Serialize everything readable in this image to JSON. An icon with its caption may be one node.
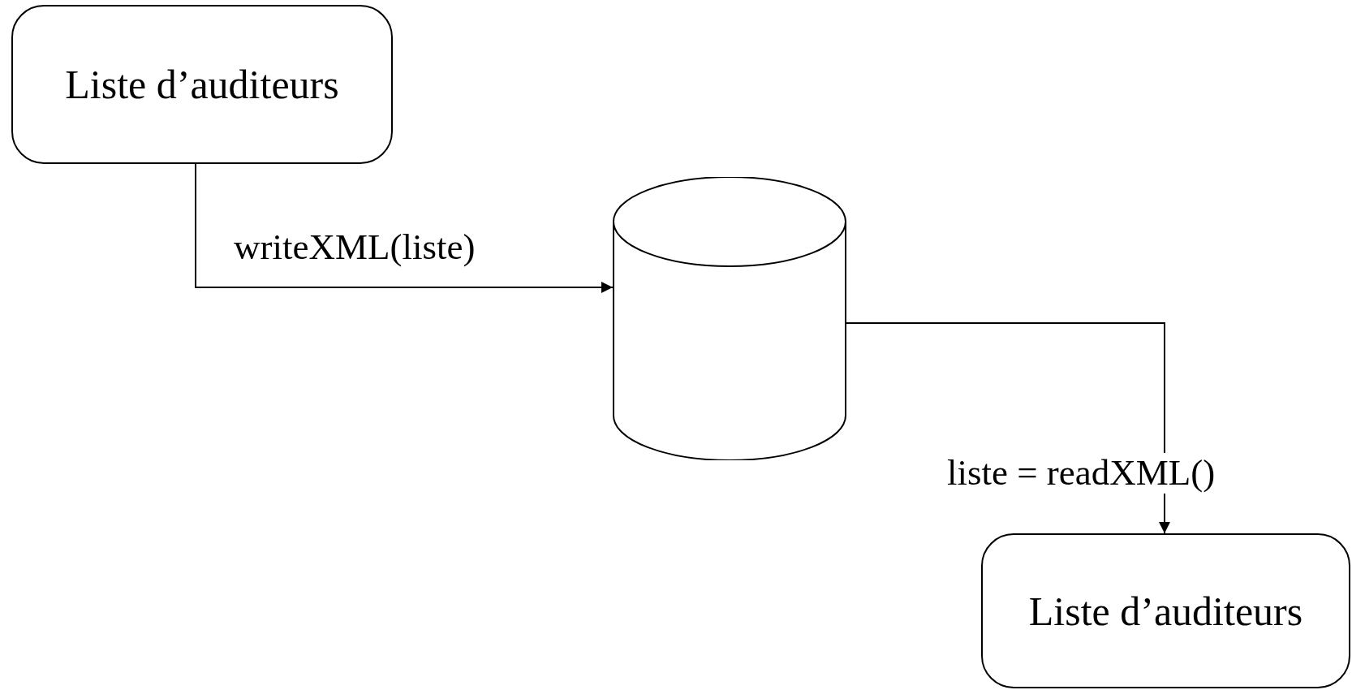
{
  "diagram": {
    "nodes": [
      {
        "text": [
          "Liste d’auditeurs"
        ]
      },
      {
        "text": [],
        "shape": "cylinder"
      },
      {
        "text": [
          "Liste d’auditeurs"
        ]
      }
    ],
    "edges": [
      {
        "from": 0,
        "to": 1,
        "arrow": "to",
        "label": "writeXML(liste)"
      },
      {
        "from": 1,
        "to": 2,
        "arrow": "to",
        "label": "liste = readXML()"
      }
    ]
  }
}
